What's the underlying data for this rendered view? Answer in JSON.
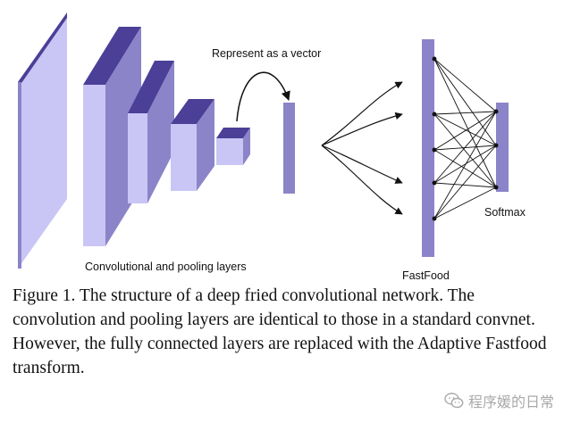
{
  "colors": {
    "front_face": "#c9c6f5",
    "side_face": "#8b84c8",
    "top_face": "#4b3f98",
    "fc_bar": "#8b84c8",
    "line": "#111111",
    "watermark": "#a9a9a9"
  },
  "labels": {
    "vector": "Represent as a vector",
    "conv": "Convolutional and pooling layers",
    "fastfood": "FastFood",
    "softmax": "Softmax"
  },
  "caption": "Figure 1. The structure of a deep fried convolutional network. The convolution and pooling layers are identical to those in a standard convnet. However, the fully connected layers are replaced with the Adaptive Fastfood transform.",
  "watermark": {
    "text": "程序媛的日常",
    "icon": "wechat-icon"
  }
}
